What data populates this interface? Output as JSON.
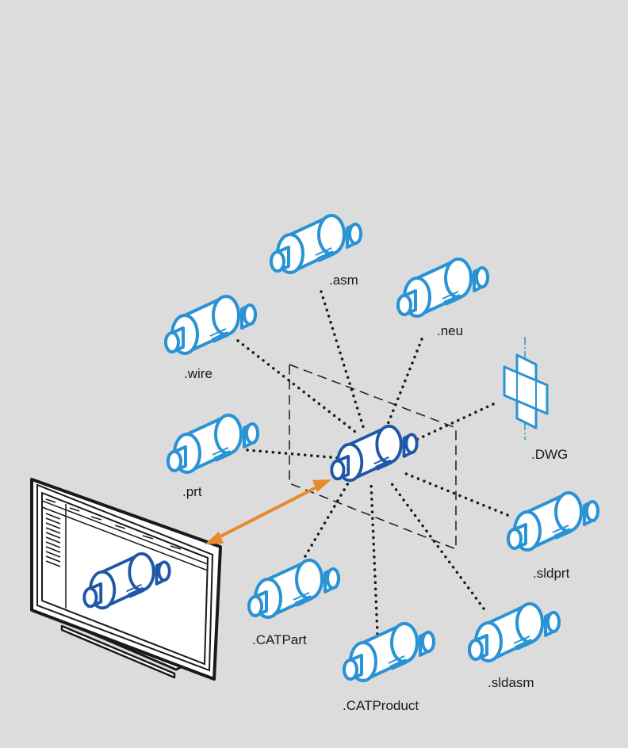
{
  "formats": {
    "asm": ".asm",
    "neu": ".neu",
    "wire": ".wire",
    "dwg": ".DWG",
    "prt": ".prt",
    "sldprt": ".sldprt",
    "catpart": ".CATPart",
    "catproduct": ".CATProduct",
    "sldasm": ".sldasm"
  },
  "colors": {
    "background": "#dcdcdc",
    "part_light_blue": "#2a93d5",
    "part_dark_blue": "#1f56a8",
    "connector_dots": "#1a1a1a",
    "arrow": "#e8892a"
  },
  "icons": {
    "part": "cylindrical-part-icon",
    "drawing": "dwg-drawing-icon",
    "monitor": "monitor-icon"
  }
}
